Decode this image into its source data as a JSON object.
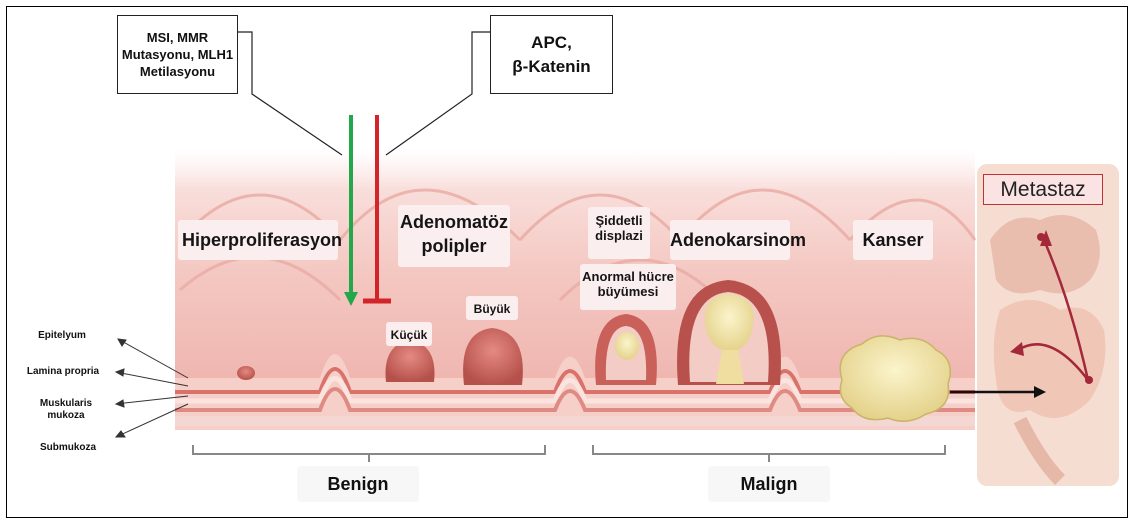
{
  "influence_boxes": {
    "left_lines": [
      "MSI, MMR",
      "Mutasyonu, MLH1",
      "Metilasyonu"
    ],
    "right_lines": [
      "APC,",
      "β-Katenin"
    ]
  },
  "stages": {
    "hyper": "Hiperproliferasyon",
    "adenoma_lines": [
      "Adenomatöz",
      "polipler"
    ],
    "dysplasia_lines": [
      "Şiddetli",
      "displazi"
    ],
    "adeno": "Adenokarsinom",
    "cancer": "Kanser"
  },
  "polyps": {
    "small": "Küçük",
    "large": "Büyük",
    "abnormal_lines": [
      "Anormal hücre",
      "büyümesi"
    ]
  },
  "layers": {
    "epithelium": "Epitelyum",
    "lamina": "Lamina propria",
    "muscularis_lines": [
      "Muskularis",
      "mukoza"
    ],
    "submucosa": "Submukoza"
  },
  "groups": {
    "benign": "Benign",
    "malign": "Malign"
  },
  "metastasis": {
    "title": "Metastaz"
  },
  "colors": {
    "promote_arrow": "#22a84a",
    "inhibit_bar": "#d3242a",
    "tissue": "#f3c2bd",
    "tumor": "#f2e6a6",
    "polyp": "#c9605a"
  }
}
